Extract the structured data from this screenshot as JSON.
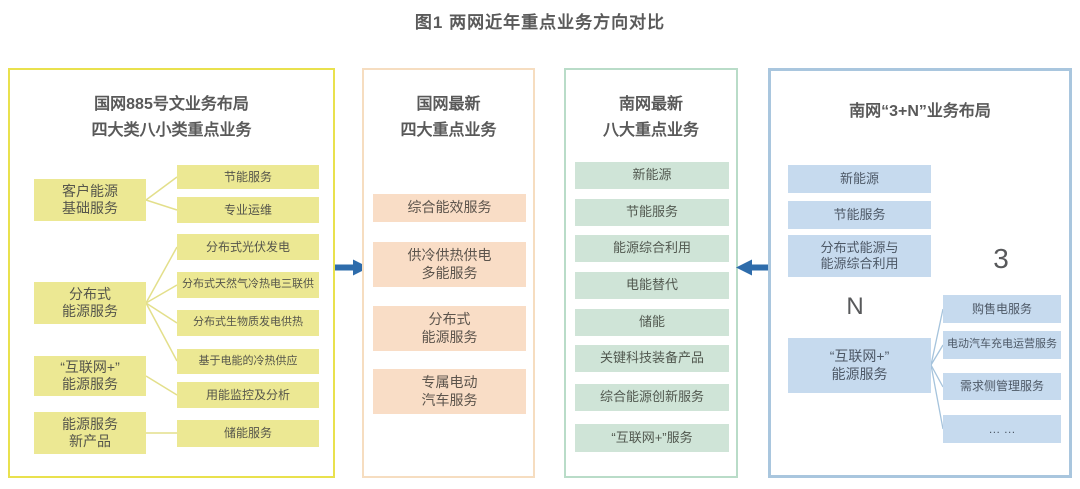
{
  "figure": {
    "title": "图1 两网近年重点业务方向对比"
  },
  "panel_guowang_885": {
    "title": "国网885号文业务布局\n四大类八小类重点业务",
    "categories": [
      {
        "label": "客户能源\n基础服务"
      },
      {
        "label": "分布式\n能源服务"
      },
      {
        "label": "“互联网+”\n能源服务"
      },
      {
        "label": "能源服务\n新产品"
      }
    ],
    "items": [
      {
        "label": "节能服务"
      },
      {
        "label": "专业运维"
      },
      {
        "label": "分布式光伏发电"
      },
      {
        "label": "分布式天然气冷热电三联供"
      },
      {
        "label": "分布式生物质发电供热"
      },
      {
        "label": "基于电能的冷热供应"
      },
      {
        "label": "用能监控及分析"
      },
      {
        "label": "储能服务"
      }
    ]
  },
  "panel_guowang_latest": {
    "title": "国网最新\n四大重点业务",
    "items": [
      {
        "label": "综合能效服务"
      },
      {
        "label": "供冷供热供电\n多能服务"
      },
      {
        "label": "分布式\n能源服务"
      },
      {
        "label": "专属电动\n汽车服务"
      }
    ]
  },
  "panel_nanwang_latest": {
    "title": "南网最新\n八大重点业务",
    "items": [
      {
        "label": "新能源"
      },
      {
        "label": "节能服务"
      },
      {
        "label": "能源综合利用"
      },
      {
        "label": "电能替代"
      },
      {
        "label": "储能"
      },
      {
        "label": "关键科技装备产品"
      },
      {
        "label": "综合能源创新服务"
      },
      {
        "label": "“互联网+”服务"
      }
    ]
  },
  "panel_nanwang_3n": {
    "title": "南网“3+N”业务布局",
    "three_label": "3",
    "n_label": "N",
    "core_items": [
      {
        "label": "新能源"
      },
      {
        "label": "节能服务"
      },
      {
        "label": "分布式能源与\n能源综合利用"
      }
    ],
    "internet_item": {
      "label": "“互联网+”\n能源服务"
    },
    "n_items": [
      {
        "label": "购售电服务"
      },
      {
        "label": "电动汽车充电运营服务"
      },
      {
        "label": "需求侧管理服务"
      },
      {
        "label": "… …"
      }
    ]
  },
  "colors": {
    "panel1_border": "#e9e14e",
    "panel1_box": "#ece893",
    "panel1_line": "#e3df8b",
    "panel2_border": "#f6ddc0",
    "panel2_box": "#f9ddc6",
    "panel3_border": "#b9dcc8",
    "panel3_box": "#cfe4d7",
    "panel4_border": "#a9c6de",
    "panel4_box": "#c6daee",
    "panel4_line": "#a5c3dc",
    "arrow": "#2e6cab",
    "heading_text": "#595959"
  }
}
